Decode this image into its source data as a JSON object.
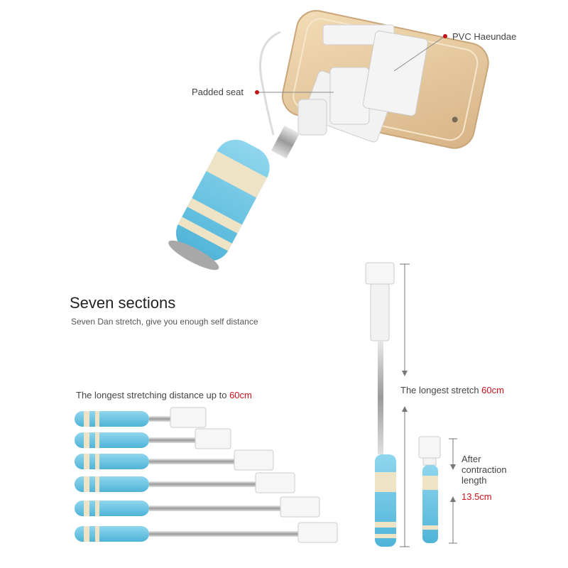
{
  "labels": {
    "padded_seat": "Padded seat",
    "pvc": "PVC Haeundae",
    "seven_title": "Seven sections",
    "seven_sub": "Seven Dan stretch, give you enough self distance",
    "longest_distance_prefix": "The longest stretching distance up to ",
    "longest_distance_value": "60cm",
    "longest_stretch_prefix": "The longest stretch ",
    "longest_stretch_value": "60cm",
    "after_1": "After",
    "after_2": "contraction",
    "after_3": "length",
    "after_value": "13.5cm"
  },
  "colors": {
    "handle_blue": "#6cc7e4",
    "handle_cream": "#efe3c6",
    "accent_red": "#d0101b",
    "phone_gold": "#e6c79c"
  }
}
